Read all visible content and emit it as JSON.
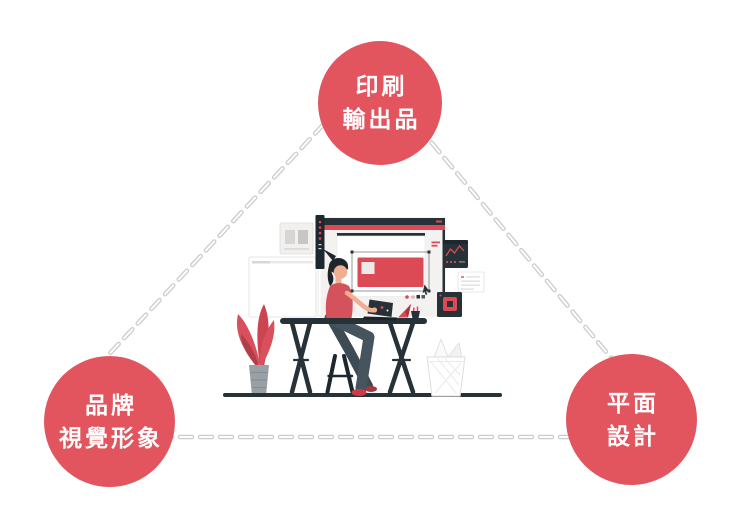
{
  "diagram": {
    "nodes": [
      {
        "id": "print-output",
        "line1": "印刷",
        "line2": "輸出品"
      },
      {
        "id": "brand-visual-identity",
        "line1": "品牌",
        "line2": "視覺形象"
      },
      {
        "id": "graphic-design",
        "line1": "平面",
        "line2": "設計"
      }
    ],
    "colors": {
      "node_fill": "#e2555f",
      "node_text": "#ffffff",
      "connector_outline": "#cccccc",
      "connector_core": "#ffffff",
      "background": "#ffffff"
    }
  },
  "illustration": {
    "name": "designer-workspace-illustration",
    "colors": {
      "dark": "#263238",
      "accent_red": "#db4a55",
      "skin": "#efaf90",
      "hair": "#1e262b",
      "jeans": "#46545e",
      "shirt": "#d4525c",
      "plant_red": "#d8505c",
      "pot_gray": "#9aa1a6",
      "canvas_gray": "#f4f2f1"
    }
  }
}
